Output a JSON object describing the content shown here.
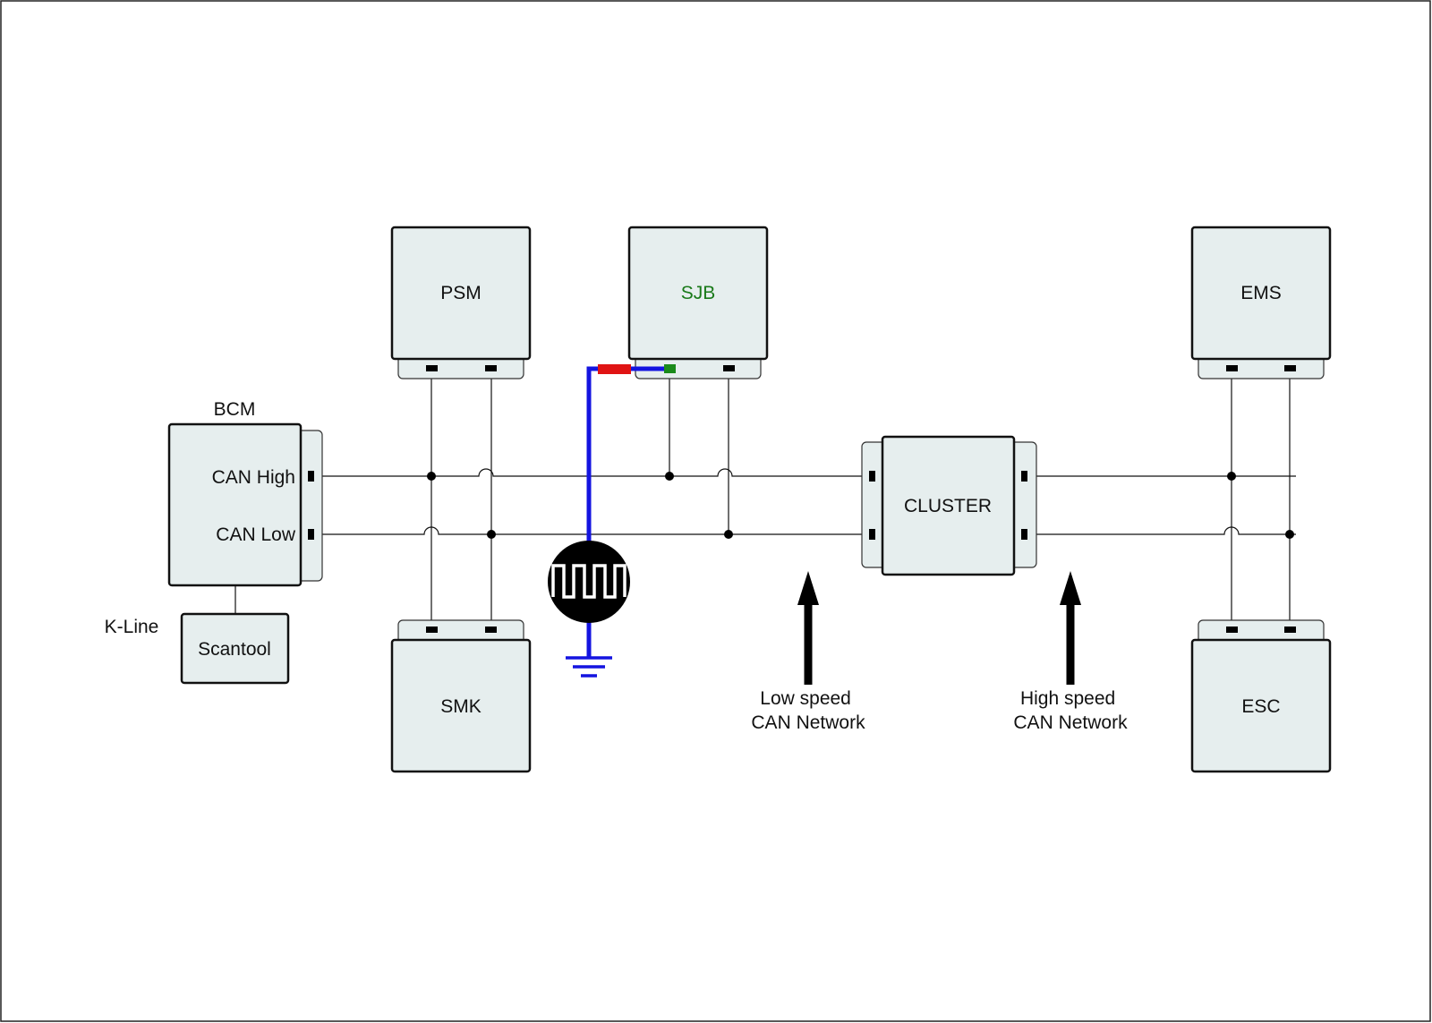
{
  "modules": {
    "psm": "PSM",
    "sjb": "SJB",
    "ems": "EMS",
    "bcm": "BCM",
    "smk": "SMK",
    "esc": "ESC",
    "cluster": "CLUSTER",
    "scantool": "Scantool"
  },
  "lines": {
    "can_high": "CAN High",
    "can_low": "CAN Low",
    "k_line": "K-Line"
  },
  "annotations": {
    "low_speed": [
      "Low speed",
      "CAN Network"
    ],
    "high_speed": [
      "High speed",
      "CAN Network"
    ]
  },
  "colors": {
    "probe_wire": "#1414e0",
    "probe_red": "#e01414",
    "probe_green": "#1a8a1a",
    "sjb_label": "#1a7a1a",
    "module_fill": "#e6eeee"
  }
}
